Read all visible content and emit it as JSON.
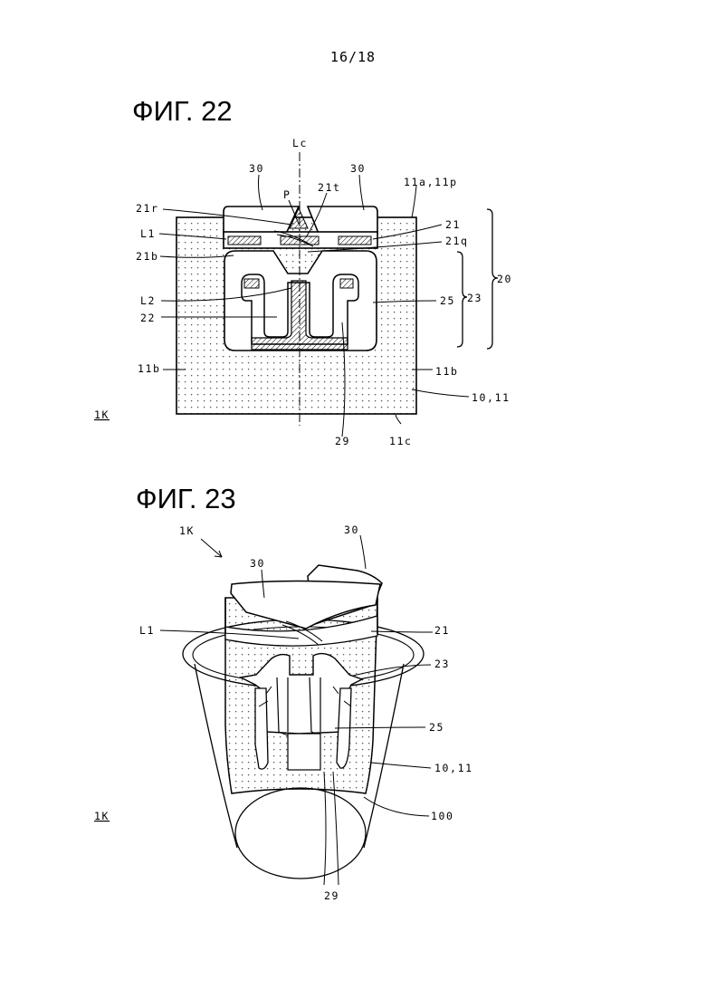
{
  "page": {
    "number": "16/18"
  },
  "fig22": {
    "title": "ФИГ. 22",
    "labels": {
      "lc": "Lc",
      "l30a": "30",
      "l30b": "30",
      "p": "P",
      "l21t": "21t",
      "l21r": "21r",
      "l11a11p": "11a,11p",
      "l21": "21",
      "l21q": "21q",
      "lL1": "L1",
      "l21b": "21b",
      "l20": "20",
      "l23": "23",
      "lL2": "L2",
      "l25": "25",
      "l22": "22",
      "l11bl": "11b",
      "l11br": "11b",
      "l1011": "10,11",
      "l1k": "1K",
      "l29": "29",
      "l11c": "11c"
    }
  },
  "fig23": {
    "title": "ФИГ. 23",
    "labels": {
      "l1ktop": "1K",
      "l30top": "30",
      "l30": "30",
      "lL1": "L1",
      "l21": "21",
      "l23": "23",
      "l25": "25",
      "l1011": "10,11",
      "l1k": "1K",
      "l100": "100",
      "l29": "29"
    }
  }
}
